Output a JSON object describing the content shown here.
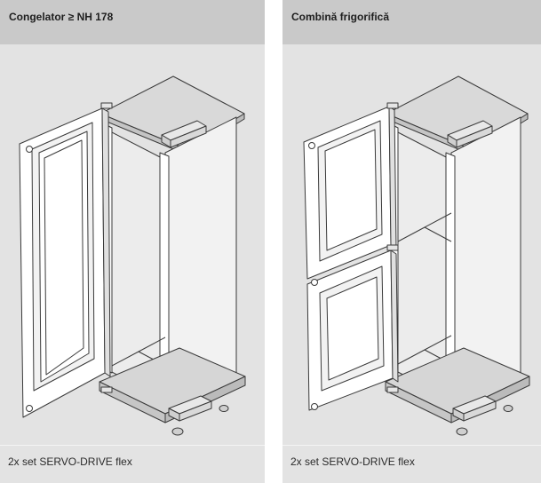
{
  "panels": [
    {
      "title": "Congelator ≥ NH 178",
      "caption": "2x set SERVO-DRIVE flex"
    },
    {
      "title": "Combină frigorifică",
      "caption": "2x set SERVO-DRIVE flex"
    }
  ],
  "colors": {
    "header": "#c9c9c9",
    "panel": "#e3e3e3",
    "divider": "#ffffff",
    "line": "#3a3a3a"
  }
}
